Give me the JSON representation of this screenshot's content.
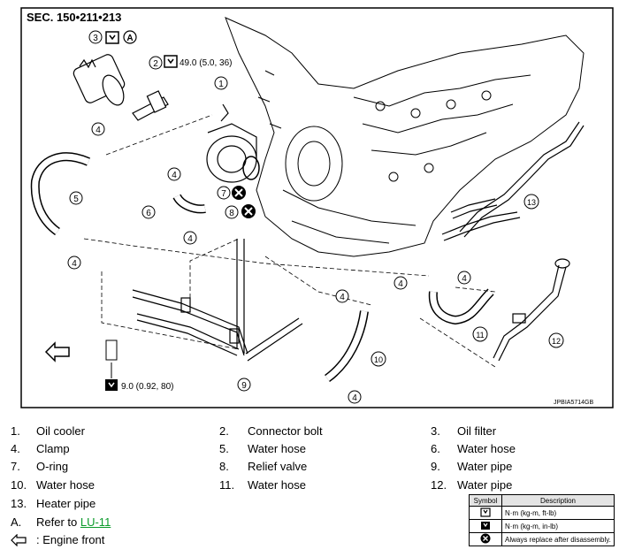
{
  "figure": {
    "section": "SEC. 150•211•213",
    "code": "JPBIA5714GB",
    "torque_bolt": "49.0 (5.0, 36)",
    "torque_clamp": "9.0 (0.92, 80)",
    "letter_a": "A",
    "callouts": [
      "1",
      "2",
      "3",
      "4",
      "5",
      "6",
      "7",
      "8",
      "9",
      "10",
      "11",
      "12",
      "13"
    ]
  },
  "legend": {
    "items": [
      {
        "num": "1.",
        "label": "Oil cooler"
      },
      {
        "num": "2.",
        "label": "Connector bolt"
      },
      {
        "num": "3.",
        "label": "Oil filter"
      },
      {
        "num": "4.",
        "label": "Clamp"
      },
      {
        "num": "5.",
        "label": "Water hose"
      },
      {
        "num": "6.",
        "label": "Water hose"
      },
      {
        "num": "7.",
        "label": "O-ring"
      },
      {
        "num": "8.",
        "label": "Relief valve"
      },
      {
        "num": "9.",
        "label": "Water pipe"
      },
      {
        "num": "10.",
        "label": "Water hose"
      },
      {
        "num": "11.",
        "label": "Water hose"
      },
      {
        "num": "12.",
        "label": "Water pipe"
      },
      {
        "num": "13.",
        "label": "Heater pipe"
      }
    ],
    "refer": {
      "num": "A.",
      "prefix": "Refer to ",
      "link": "LU-11"
    },
    "engine_front": ": Engine front"
  },
  "symbol_table": {
    "header_symbol": "Symbol",
    "header_description": "Description",
    "rows": [
      {
        "icon": "torque-wrench-icon",
        "description": "N·m (kg-m, ft-lb)"
      },
      {
        "icon": "torque-wrench-small-icon",
        "description": "N·m (kg-m, in-lb)"
      },
      {
        "icon": "replace-x-icon",
        "description": "Always replace after disassembly."
      }
    ]
  },
  "colors": {
    "link": "#0a9a2a",
    "line": "#000000"
  }
}
